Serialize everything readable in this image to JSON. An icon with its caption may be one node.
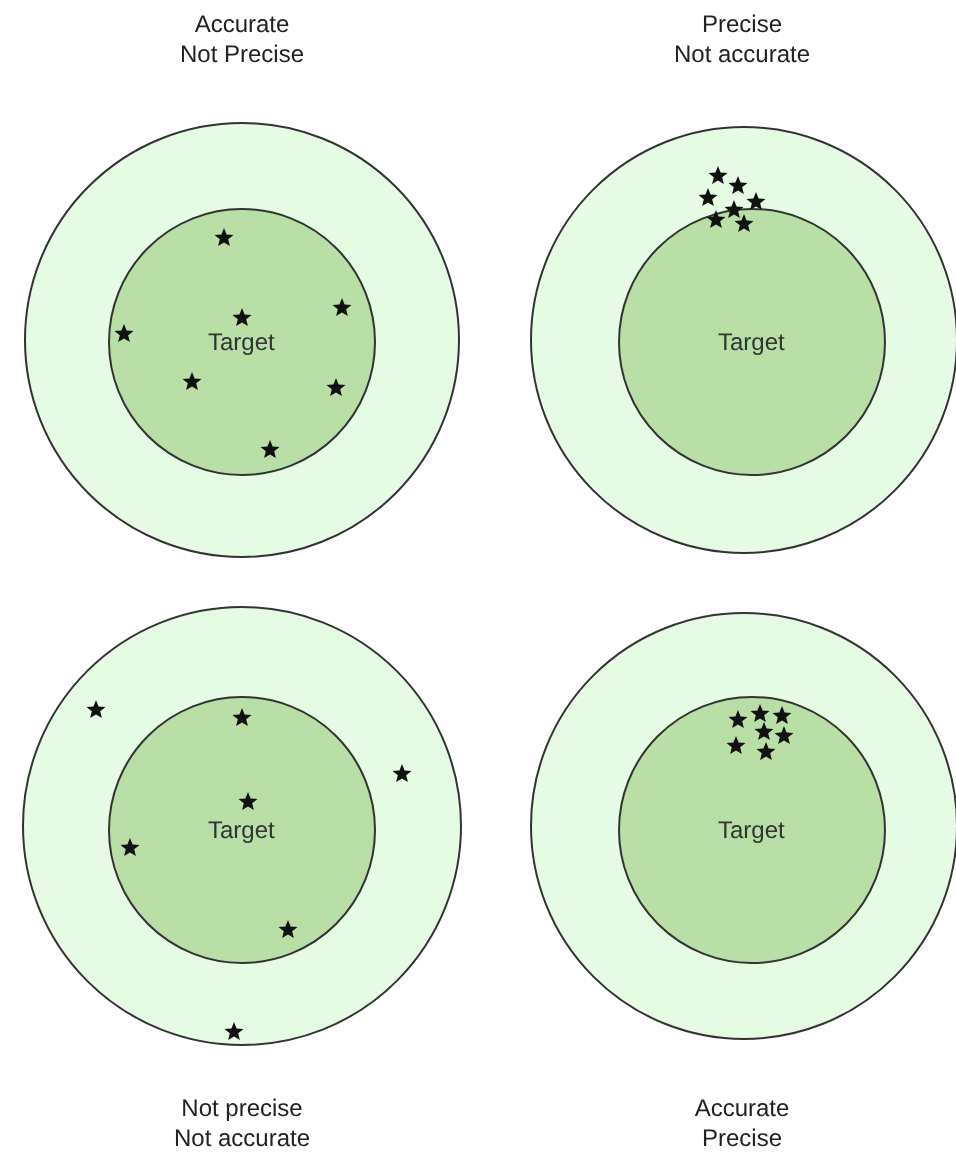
{
  "diagram": {
    "nodes": [
      {
        "text": [],
        "shape": "circle"
      },
      {
        "text": [
          "Target"
        ],
        "in": 0
      },
      {
        "text": [],
        "shape": "circle"
      },
      {
        "text": [
          "Target"
        ],
        "in": 2
      },
      {
        "text": [],
        "shape": "circle"
      },
      {
        "text": [
          "Target"
        ],
        "in": 4
      },
      {
        "text": [],
        "shape": "circle"
      },
      {
        "text": [
          "Target"
        ],
        "in": 6
      }
    ],
    "labels": [
      "Accurate Not Precise",
      "Precise Not accurate",
      "Not precise Not accurate",
      "Accurate Precise"
    ]
  }
}
